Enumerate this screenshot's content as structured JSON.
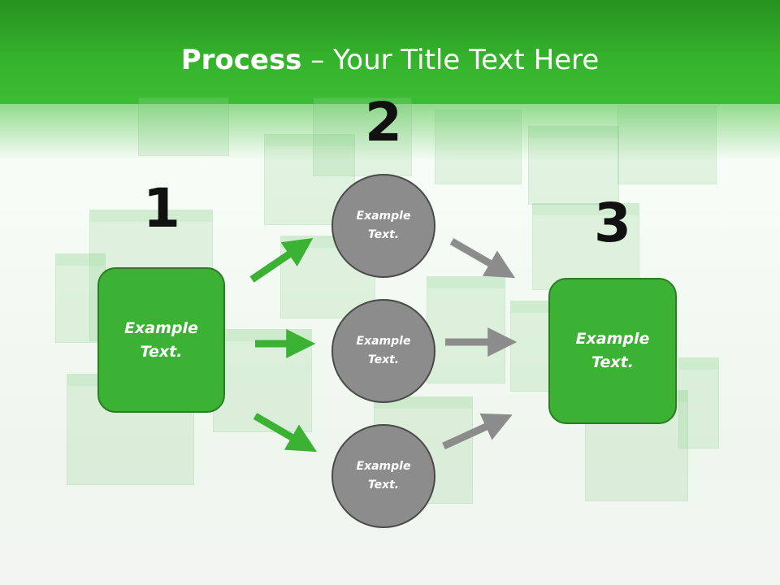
{
  "title": {
    "bold": "Process",
    "rest": " – Your Title Text Here"
  },
  "steps": [
    {
      "number": "1",
      "text": "Example\nText."
    },
    {
      "number": "2",
      "circles": [
        "Example\nText.",
        "Example\nText.",
        "Example\nText."
      ]
    },
    {
      "number": "3",
      "text": "Example\nText."
    }
  ],
  "colors": {
    "header": "#35b22c",
    "box": "#3cb234",
    "circle": "#8c8c8c",
    "arrow_green": "#3cb234",
    "arrow_gray": "#8c8c8c"
  }
}
